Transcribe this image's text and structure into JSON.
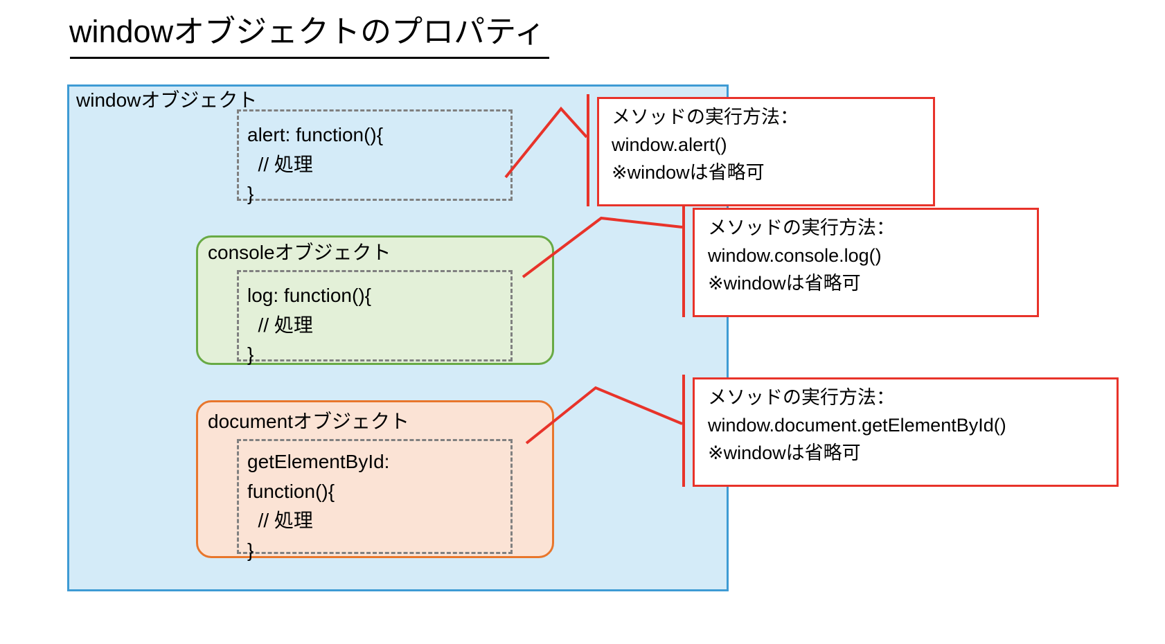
{
  "page": {
    "title": "windowオブジェクトのプロパティ",
    "background": "#ffffff"
  },
  "colors": {
    "window_fill": "#d4ebf8",
    "window_border": "#3e9bd4",
    "console_fill": "#e3f0d8",
    "console_border": "#68aa45",
    "document_fill": "#fbe3d5",
    "document_border": "#e8762c",
    "code_border": "#808080",
    "callout_border": "#e8332a",
    "callout_fill": "#ffffff",
    "text": "#000000"
  },
  "diagram": {
    "window_object": {
      "label": "windowオブジェクト",
      "members": [
        {
          "name": "alert-method",
          "code": "alert: function(){\n  // 処理\n}"
        }
      ],
      "children": [
        {
          "name": "console-object",
          "label": "consoleオブジェクト",
          "code": "log: function(){\n  // 処理\n}"
        },
        {
          "name": "document-object",
          "label": "documentオブジェクト",
          "code": "getElementById:\nfunction(){\n  // 処理\n}"
        }
      ]
    }
  },
  "callouts": [
    {
      "id": "callout-alert",
      "text": "メソッドの実行方法：\nwindow.alert()\n※windowは省略可"
    },
    {
      "id": "callout-console-log",
      "text": "メソッドの実行方法：\nwindow.console.log()\n※windowは省略可"
    },
    {
      "id": "callout-document-getelementbyid",
      "text": "メソッドの実行方法：\nwindow.document.getElementById()\n※windowは省略可"
    }
  ]
}
